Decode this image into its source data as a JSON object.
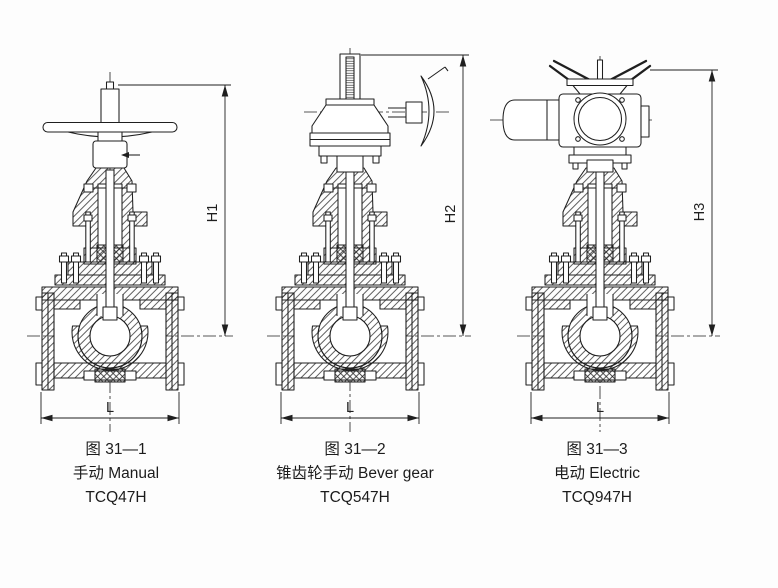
{
  "drawing": {
    "background": "#fdfdfd",
    "line_color": "#1f1f1f"
  },
  "figures": [
    {
      "figure_number": "图 31—1",
      "caption": "手动 Manual",
      "model": "TCQ47H",
      "height_label": "H1",
      "length_label": "L"
    },
    {
      "figure_number": "图 31—2",
      "caption": "锥齿轮手动 Bever gear",
      "model": "TCQ547H",
      "height_label": "H2",
      "length_label": "L"
    },
    {
      "figure_number": "图 31—3",
      "caption": "电动 Electric",
      "model": "TCQ947H",
      "height_label": "H3",
      "length_label": "L"
    }
  ]
}
